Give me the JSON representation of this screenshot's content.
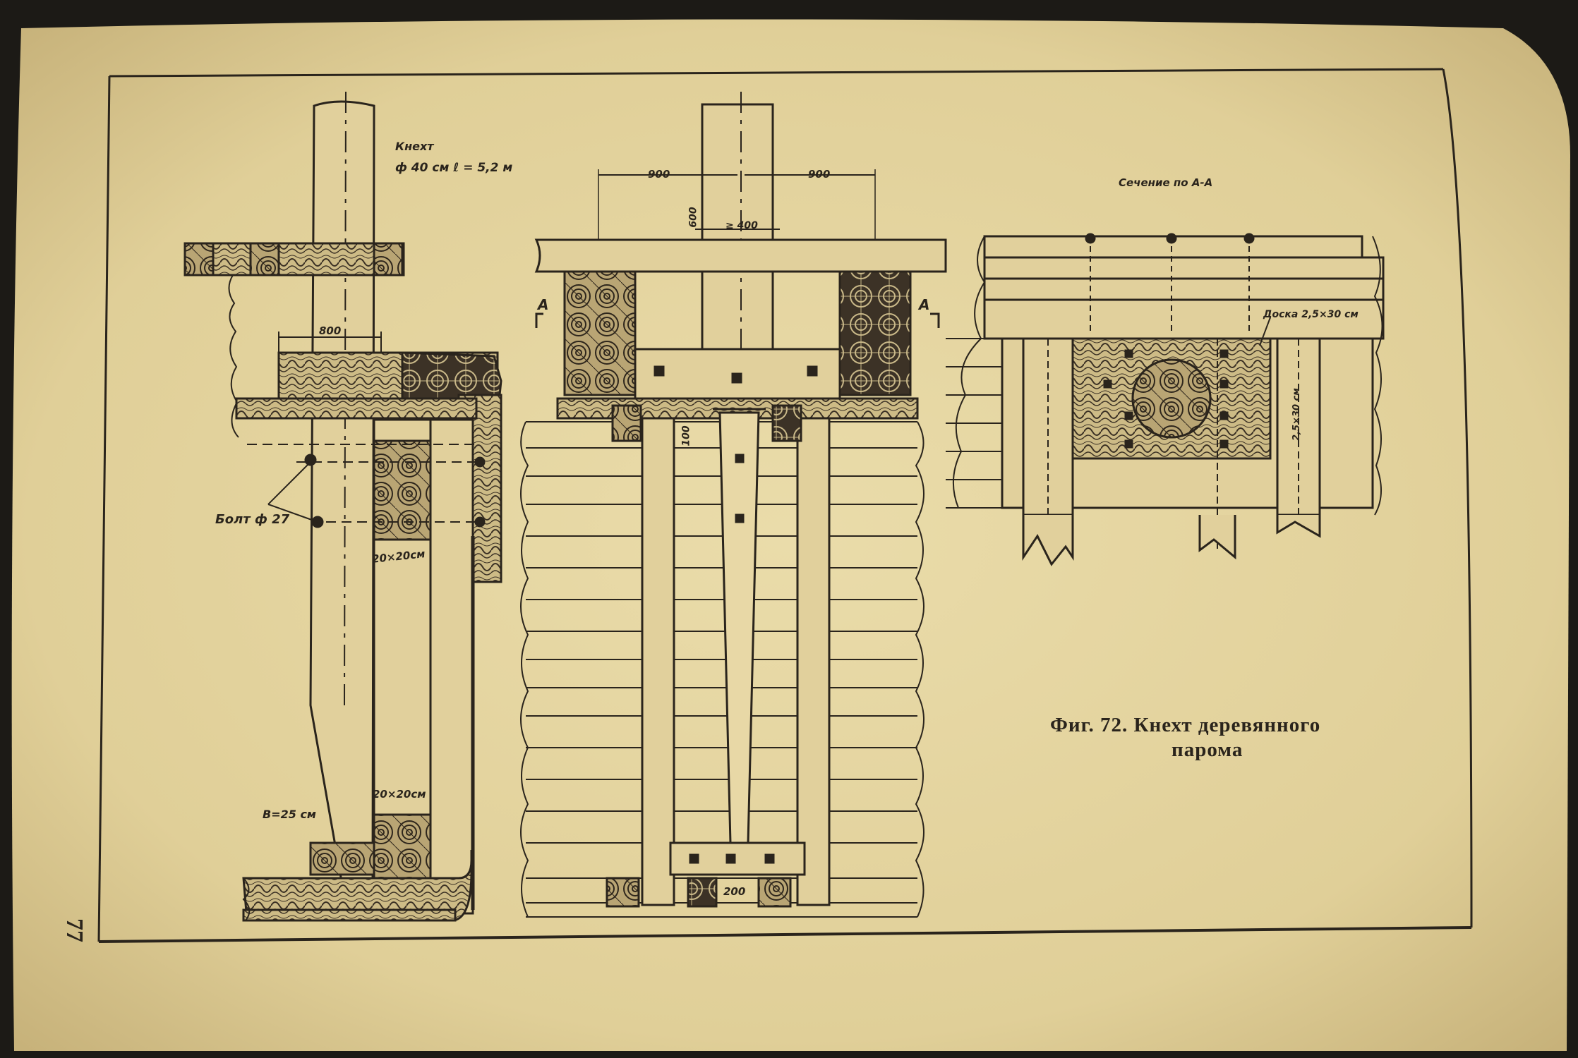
{
  "page_number": "77",
  "caption": {
    "line1": "Фиг. 72. Кнехт деревянного",
    "line2": "парома"
  },
  "drawing_labels": {
    "bollard_title": "Кнехт",
    "bollard_dims": "ф 40 см  ℓ = 5,2 м",
    "side_width": "800",
    "bolt": "Болт ф 27",
    "beam_upper": "20×20см",
    "beam_lower": "20×20см",
    "plank": "В=25 см",
    "dim_left": "900",
    "dim_right": "900",
    "dim_vertical": "600",
    "dim_post": "≥ 400",
    "dim_mid": "100",
    "section_mark_left": "А",
    "section_mark_right": "А",
    "dim_bottom": "200",
    "section_title": "Сечение по А-А",
    "section_plate": "Доска 2,5×30 см",
    "section_side": "2,5×30 см"
  },
  "colors": {
    "paper": "#e4d6a4",
    "ink": "#2a241c",
    "shadow": "#1c1a16"
  }
}
